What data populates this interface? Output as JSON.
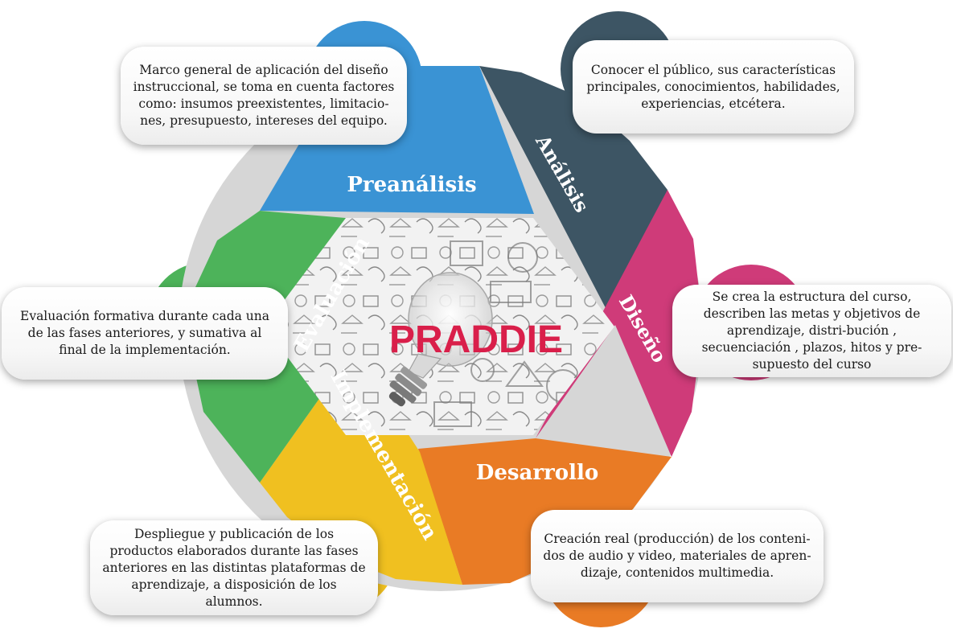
{
  "center": {
    "title": "PRADDIE",
    "title_color": "#d91f4a"
  },
  "phases": [
    {
      "id": "preanalisis",
      "label": "Preanálisis",
      "color": "#3a93d4",
      "description": "Marco general de aplicación del diseño instruccional, se toma en cuenta factores como: insumos preexistentes, limitacio-nes, presupuesto, intereses del equipo."
    },
    {
      "id": "analisis",
      "label": "Análisis",
      "color": "#3d5564",
      "description": "Conocer el público, sus características principales, conocimientos, habilidades, experiencias, etcétera."
    },
    {
      "id": "diseno",
      "label": "Diseño",
      "color": "#cf3b79",
      "description": "Se crea la estructura del curso,  describen las metas y objetivos de aprendizaje, distri-bución , secuenciación , plazos, hitos y pre-supuesto del curso"
    },
    {
      "id": "desarrollo",
      "label": "Desarrollo",
      "color": "#e97b25",
      "description": "Creación real (producción) de los conteni-dos de audio y video, materiales de apren-dizaje, contenidos multimedia."
    },
    {
      "id": "implementacion",
      "label": "Implementación",
      "color": "#f0c020",
      "description": "Despliegue y publicación  de los productos elaborados durante las fases anteriores en las distintas plataformas de aprendizaje, a disposición de los alumnos."
    },
    {
      "id": "evaluacion",
      "label": "Evaluación",
      "color": "#4db35a",
      "description": "Evaluación formativa durante cada una de las fases anteriores, y sumativa al final de la implementación."
    }
  ]
}
